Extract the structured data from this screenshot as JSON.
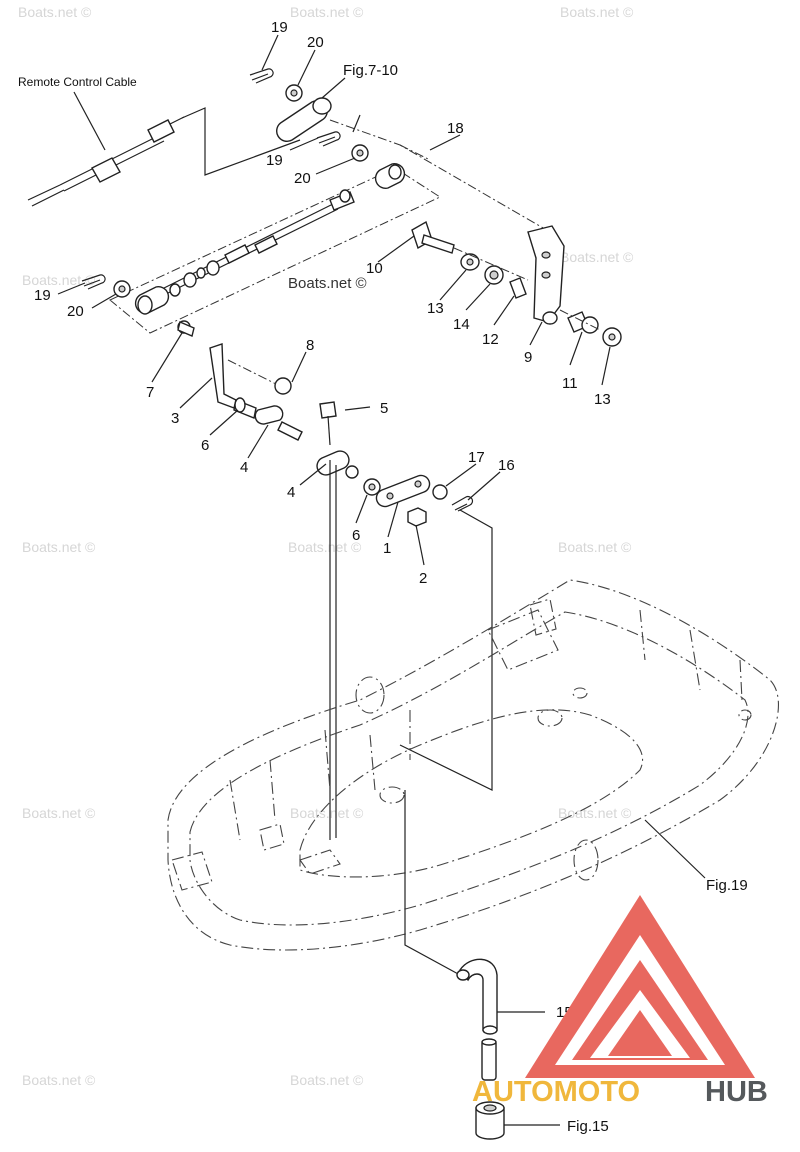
{
  "diagram": {
    "cable_label": "Remote Control Cable",
    "ref_fig_7_10": "Fig.7-10",
    "ref_fig_19": "Fig.19",
    "ref_fig_15": "Fig.15",
    "watermark_text": "Boats.net ©",
    "callouts": {
      "c1": "1",
      "c2": "2",
      "c3": "3",
      "c4a": "4",
      "c4b": "4",
      "c5": "5",
      "c6a": "6",
      "c6b": "6",
      "c7": "7",
      "c8": "8",
      "c9": "9",
      "c10": "10",
      "c11": "11",
      "c12": "12",
      "c13a": "13",
      "c13b": "13",
      "c14": "14",
      "c15": "15",
      "c16": "16",
      "c17": "17",
      "c18": "18",
      "c19a": "19",
      "c19b": "19",
      "c19c": "19",
      "c20a": "20",
      "c20b": "20",
      "c20c": "20"
    }
  },
  "logo": {
    "text_part1": "AUTOMOTO",
    "text_part2": "HUB",
    "color_red": "#e8685f",
    "color_yellow": "#f0b73c",
    "color_gray": "#55595c"
  }
}
